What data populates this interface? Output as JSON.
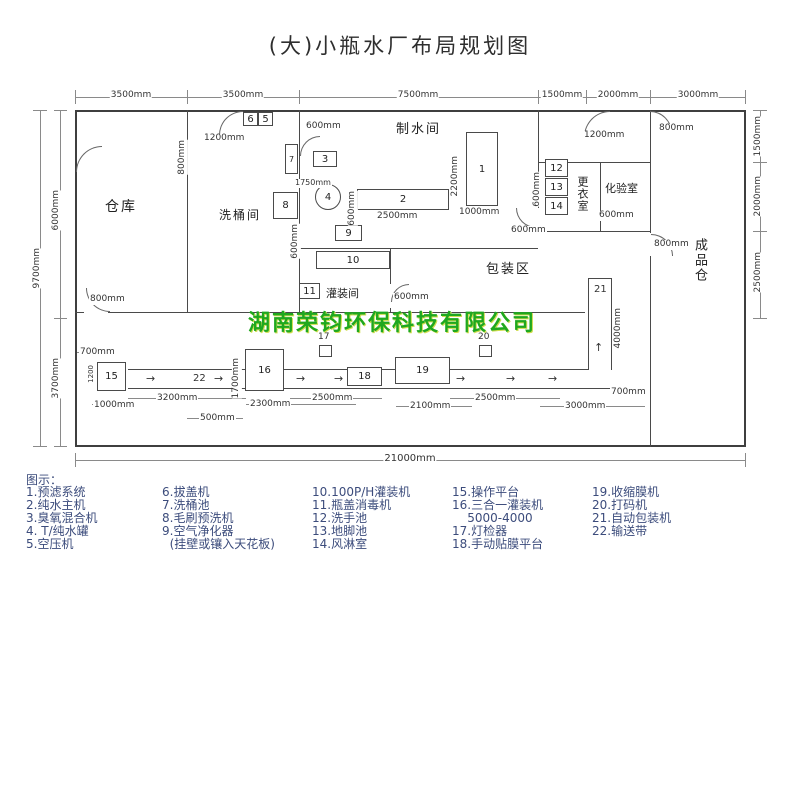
{
  "title": "(大)小瓶水厂布局规划图",
  "watermark": "湖南荣钧环保科技有限公司",
  "colors": {
    "watermark": "#1fa81f",
    "legend_text": "#3c4c7c"
  },
  "icons": {
    "arrow_right": "→",
    "arrow_up": "↑"
  },
  "dims": {
    "top": [
      "3500mm",
      "3500mm",
      "7500mm",
      "1500mm",
      "2000mm",
      "3000mm"
    ],
    "left_total": "9700mm",
    "left_upper": "6000mm",
    "left_lower": "3700mm",
    "right": [
      "1500mm",
      "2000mm",
      "2500mm"
    ],
    "bottom": "21000mm"
  },
  "rooms": {
    "warehouse": "仓库",
    "barrel_wash": "洗桶间",
    "water_making": "制水间",
    "changing": "更衣室",
    "lab": "化验室",
    "packaging": "包装区",
    "finished_goods": "成品仓",
    "filling": "灌装间"
  },
  "equipment": {
    "e1": "1",
    "e2": "2",
    "e3": "3",
    "e4": "4",
    "e5": "5",
    "e6": "6",
    "e7": "7",
    "e8": "8",
    "e9": "9",
    "e10": "10",
    "e11": "11",
    "e12": "12",
    "e13": "13",
    "e14": "14",
    "e15": "15",
    "e16": "16",
    "e17": "17",
    "e18": "18",
    "e19": "19",
    "e20": "20",
    "e21": "21",
    "e22": "22"
  },
  "inner_dims": {
    "wh_top_door": "1200mm",
    "wash_left_v": "800mm",
    "water_top": "600mm",
    "t4": "1750mm",
    "t2_left_v": "600mm",
    "t2_bottom": "2500mm",
    "t1_width_v": "2200mm",
    "t1_bottom": "1000mm",
    "t9_left_v": "600mm",
    "fill_door": "600mm",
    "changing_door": "600mm",
    "lab_bottom": "600mm",
    "tr_door": "1200mm",
    "tr_door2": "800mm",
    "finished_door": "800mm",
    "wh_bottom_door": "800mm",
    "t121314_v": "600mm",
    "left_700": "700mm",
    "t15_v": "1200",
    "t15_bottom": "1000mm",
    "t22_bottom": "3200mm",
    "t16_bottom": "2300mm",
    "t16_v": "1700mm",
    "t18_bottom": "2500mm",
    "t19_bottom": "2100mm",
    "t19_right": "2500mm",
    "t21_bottom": "3000mm",
    "t21_right": "700mm",
    "t21_v": "4000mm",
    "bottom_500": "500mm"
  },
  "legend": {
    "heading": "图示：",
    "col1": [
      "1.预滤系统",
      "2.纯水主机",
      "3.臭氧混合机",
      "4. T/纯水罐",
      "5.空压机"
    ],
    "col2": [
      "6.拔盖机",
      "7.洗桶池",
      "8.毛刷预洗机",
      "9.空气净化器",
      "  (挂壁或镶入天花板)"
    ],
    "col3": [
      "10.100P/H灌装机",
      "11.瓶盖消毒机",
      "12.洗手池",
      "13.地脚池",
      "14.风淋室"
    ],
    "col4": [
      "15.操作平台",
      "16.三合一灌装机",
      "    5000-4000",
      "17.灯检器",
      "18.手动贴膜平台"
    ],
    "col5": [
      "19.收缩膜机",
      "20.打码机",
      "21.自动包装机",
      "22.输送带"
    ]
  }
}
